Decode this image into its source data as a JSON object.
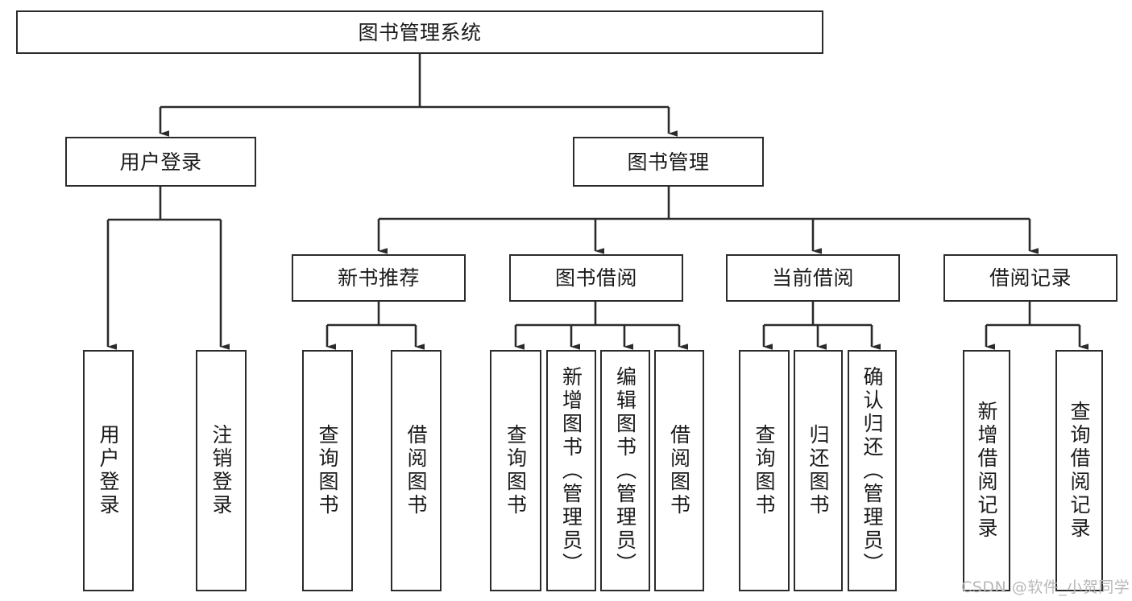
{
  "diagram": {
    "type": "tree-hierarchy",
    "title": "图书管理系统",
    "orientation": "top-down",
    "colors": {
      "box_border": "#2b2b2b",
      "box_fill": "#ffffff",
      "connector": "#2b2b2b",
      "text": "#1a1a1a",
      "watermark": "#b8b8b8",
      "background": "#ffffff"
    },
    "root": {
      "label": "图书管理系统",
      "name": "root-system"
    },
    "level2": [
      {
        "name": "node-user-login",
        "label": "用户登录"
      },
      {
        "name": "node-book-management",
        "label": "图书管理"
      }
    ],
    "level3": [
      {
        "name": "node-new-book-recommend",
        "label": "新书推荐"
      },
      {
        "name": "node-book-borrow",
        "label": "图书借阅"
      },
      {
        "name": "node-current-borrow",
        "label": "当前借阅"
      },
      {
        "name": "node-borrow-record",
        "label": "借阅记录"
      }
    ],
    "leaves": [
      {
        "name": "leaf-user-login",
        "label": "用户登录",
        "parent": "用户登录"
      },
      {
        "name": "leaf-logout-login",
        "label": "注销登录",
        "parent": "用户登录"
      },
      {
        "name": "leaf-query-book-1",
        "label": "查询图书",
        "parent": "新书推荐"
      },
      {
        "name": "leaf-borrow-book-1",
        "label": "借阅图书",
        "parent": "新书推荐"
      },
      {
        "name": "leaf-query-book-2",
        "label": "查询图书",
        "parent": "图书借阅"
      },
      {
        "name": "leaf-add-book",
        "label": "新增图书（管理员）",
        "parent": "图书借阅"
      },
      {
        "name": "leaf-edit-book",
        "label": "编辑图书（管理员）",
        "parent": "图书借阅"
      },
      {
        "name": "leaf-borrow-book-2",
        "label": "借阅图书",
        "parent": "图书借阅"
      },
      {
        "name": "leaf-query-book-3",
        "label": "查询图书",
        "parent": "当前借阅"
      },
      {
        "name": "leaf-return-book",
        "label": "归还图书",
        "parent": "当前借阅"
      },
      {
        "name": "leaf-confirm-return",
        "label": "确认归还（管理员）",
        "parent": "当前借阅"
      },
      {
        "name": "leaf-add-borrow-record",
        "label": "新增借阅记录",
        "parent": "借阅记录"
      },
      {
        "name": "leaf-query-borrow-record",
        "label": "查询借阅记录",
        "parent": "借阅记录"
      }
    ]
  },
  "watermark": {
    "text": "CSDN @软件_小贺同学"
  }
}
